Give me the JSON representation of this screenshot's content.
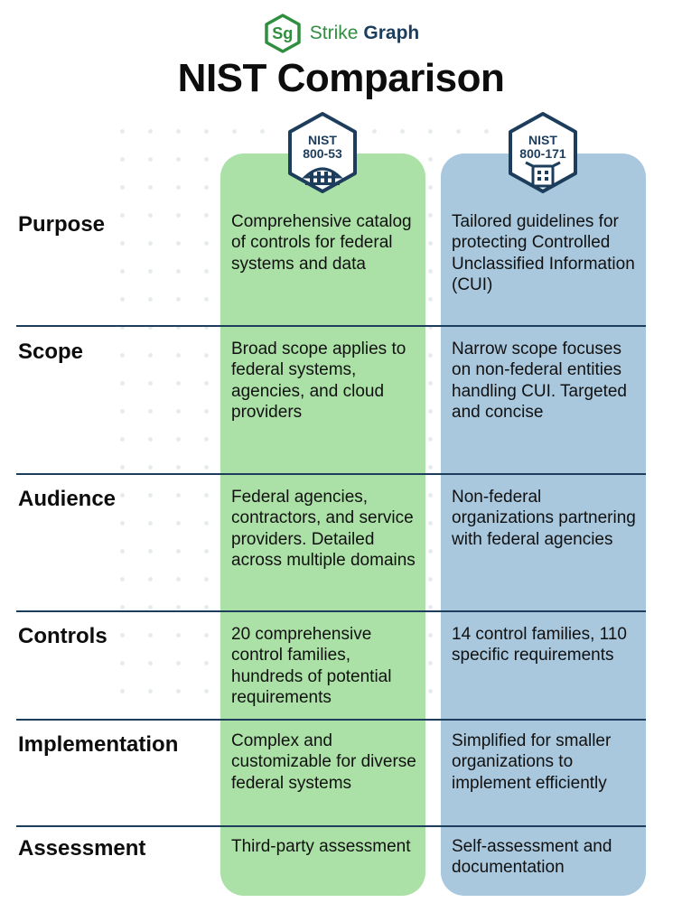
{
  "brand": {
    "logo_mark": "Sg",
    "name_part1": "Strike",
    "name_part2": "Graph",
    "color_green": "#2f8f3f",
    "color_navy": "#1d3d5c"
  },
  "title": "NIST Comparison",
  "columns": [
    {
      "badge_line1": "NIST",
      "badge_line2": "800-53",
      "icon": "building-columns-icon",
      "color": "#abe1a6"
    },
    {
      "badge_line1": "NIST",
      "badge_line2": "800-171",
      "icon": "building-icon",
      "color": "#a9c8de"
    }
  ],
  "rows": [
    {
      "label": "Purpose",
      "col1": "Comprehensive catalog of controls for federal systems and data",
      "col2": "Tailored guidelines for protecting Controlled Unclassified Information (CUI)"
    },
    {
      "label": "Scope",
      "col1": "Broad scope applies to federal systems, agencies, and cloud providers",
      "col2": "Narrow scope focuses on non-federal entities handling CUI. Targeted and concise"
    },
    {
      "label": "Audience",
      "col1": "Federal agencies, contractors, and service providers. Detailed across multiple domains",
      "col2": "Non-federal organizations partnering with federal agencies"
    },
    {
      "label": "Controls",
      "col1": "20 comprehensive control families, hundreds of potential requirements",
      "col2": "14 control families, 110 specific requirements"
    },
    {
      "label": "Implementation",
      "col1": "Complex and customizable for diverse federal systems",
      "col2": "Simplified for smaller organizations to implement efficiently"
    },
    {
      "label": "Assessment",
      "col1": "Third-party assessment",
      "col2": "Self-assessment and documentation"
    }
  ]
}
